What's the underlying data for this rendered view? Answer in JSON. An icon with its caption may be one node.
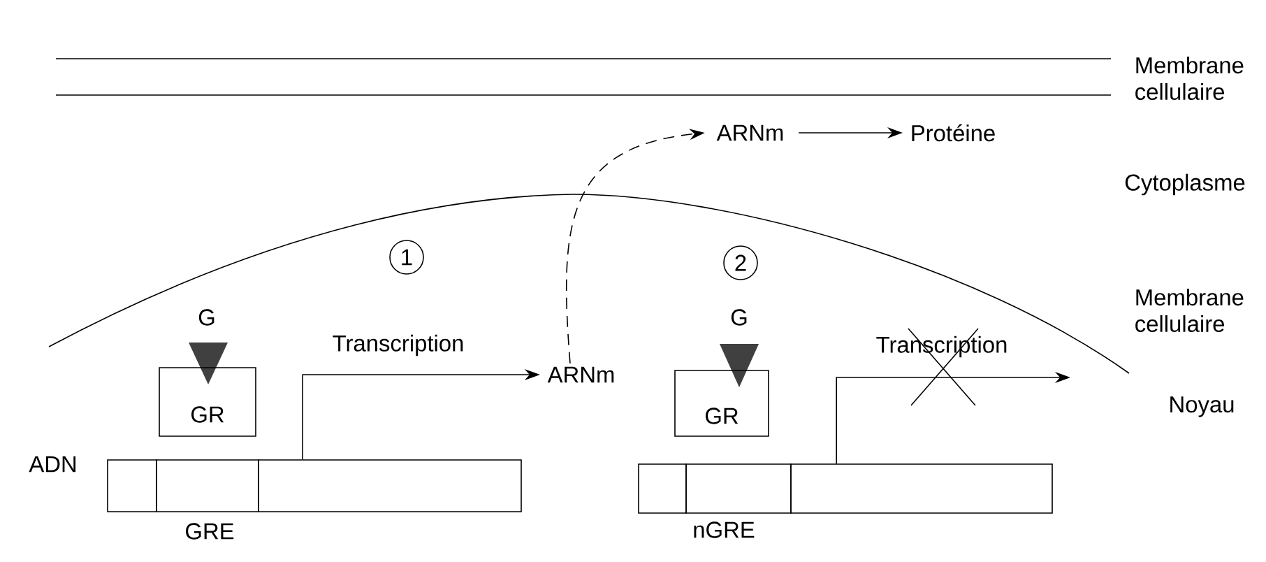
{
  "diagram": {
    "nodes": [
      {
        "text": [
          "GR"
        ]
      },
      {
        "text": [],
        "shape": "box"
      },
      {
        "text": [],
        "shape": "box",
        "beside": [
          "GRE"
        ]
      },
      {
        "text": [],
        "shape": "box"
      },
      {
        "text": [
          "ARNm"
        ]
      },
      {
        "text": [
          "ARNm"
        ]
      },
      {
        "text": [
          "Protéine"
        ]
      },
      {
        "text": [
          "GR"
        ]
      },
      {
        "text": [],
        "shape": "box"
      },
      {
        "text": [],
        "shape": "box",
        "beside": [
          "nGRE"
        ]
      },
      {
        "text": [],
        "shape": "box"
      }
    ],
    "edges": [
      {
        "from": 3,
        "to": 4,
        "arrow": "to",
        "label": "Transcription"
      },
      {
        "from": 4,
        "to": 5,
        "arrow": "to",
        "style": "dashed"
      },
      {
        "from": 5,
        "to": 6,
        "arrow": "to"
      },
      {
        "from": 10,
        "to": null,
        "arrow": "to",
        "label": "Transcription"
      }
    ],
    "labels": [
      "Membrane cellulaire",
      "Cytoplasme",
      "1",
      "2",
      "Membrane cellulaire",
      "ADN",
      "G",
      "G",
      "Noyau"
    ]
  }
}
